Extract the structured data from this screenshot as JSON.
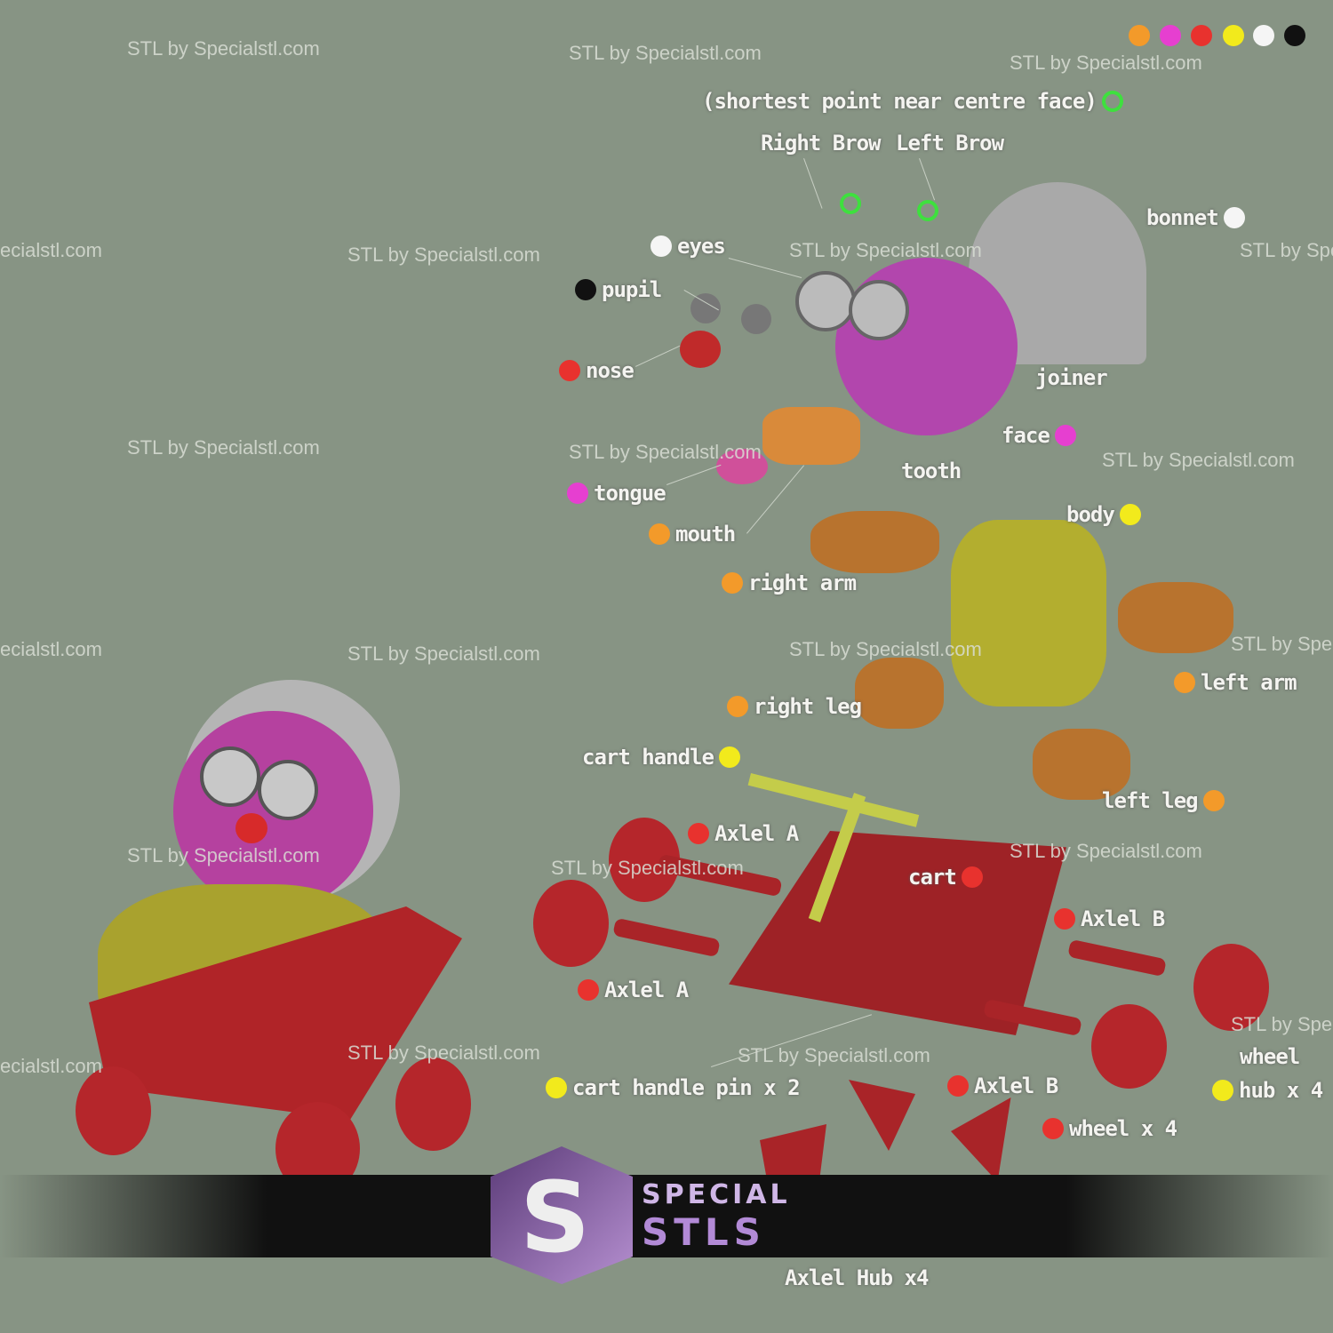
{
  "watermark": "STL by Specialstl.com",
  "watermark_partial_left": "ecialstl.com",
  "watermark_partial_right": "STL by Spe",
  "palette": [
    "#f39a2a",
    "#e63fd0",
    "#e8322e",
    "#f2ea1c",
    "#f5f5f5",
    "#111111"
  ],
  "labels": {
    "brow_note": "(shortest point near centre face)",
    "right_brow": "Right Brow",
    "left_brow": "Left Brow",
    "bonnet": "bonnet",
    "eyes": "eyes",
    "pupil": "pupil",
    "nose": "nose",
    "joiner": "joiner",
    "face": "face",
    "tooth": "tooth",
    "tongue": "tongue",
    "mouth": "mouth",
    "body": "body",
    "right_arm": "right arm",
    "left_arm": "left arm",
    "right_leg": "right leg",
    "left_leg": "left leg",
    "cart_handle": "cart handle",
    "axle_a_top": "Axlel A",
    "axle_a_bottom": "Axlel A",
    "cart": "cart",
    "axle_b_top": "Axlel B",
    "axle_b_bottom": "Axlel B",
    "wheel_hub_1": "wheel",
    "wheel_hub_2": "hub x 4",
    "cart_handle_pin": "cart handle pin x 2",
    "wheel": "wheel x 4",
    "axle_hub": "Axlel Hub x4"
  },
  "logo": {
    "line1": "SPECIAL",
    "line2": "STLS"
  }
}
